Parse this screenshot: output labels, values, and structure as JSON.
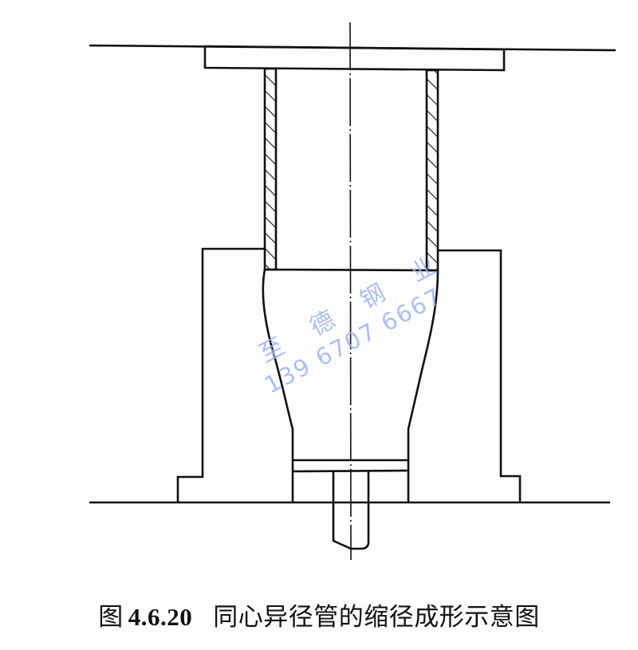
{
  "figure": {
    "label": "图",
    "number": "4.6.20",
    "caption": "同心异径管的缩径成形示意图"
  },
  "watermark": {
    "company": "至 德 钢 业",
    "phone": "139 6707 6667",
    "color": "#9fb4f0"
  },
  "diagram": {
    "description": "Sectional schematic of reducing (necking) forming of a concentric reducer: upper press plate, hatched pipe wall, lower die with tapered cavity, ejector/support pin, centerline",
    "line_color": "#111111",
    "components": [
      {
        "name": "upper-platen-line"
      },
      {
        "name": "upper-pressure-plate"
      },
      {
        "name": "pipe-blank-wall-left",
        "hatched": true
      },
      {
        "name": "pipe-blank-wall-right",
        "hatched": true
      },
      {
        "name": "lower-die-left"
      },
      {
        "name": "lower-die-right"
      },
      {
        "name": "tapered-die-cavity"
      },
      {
        "name": "bottom-support-plate"
      },
      {
        "name": "ejector-pin"
      },
      {
        "name": "base-line"
      },
      {
        "name": "centerline"
      }
    ]
  }
}
